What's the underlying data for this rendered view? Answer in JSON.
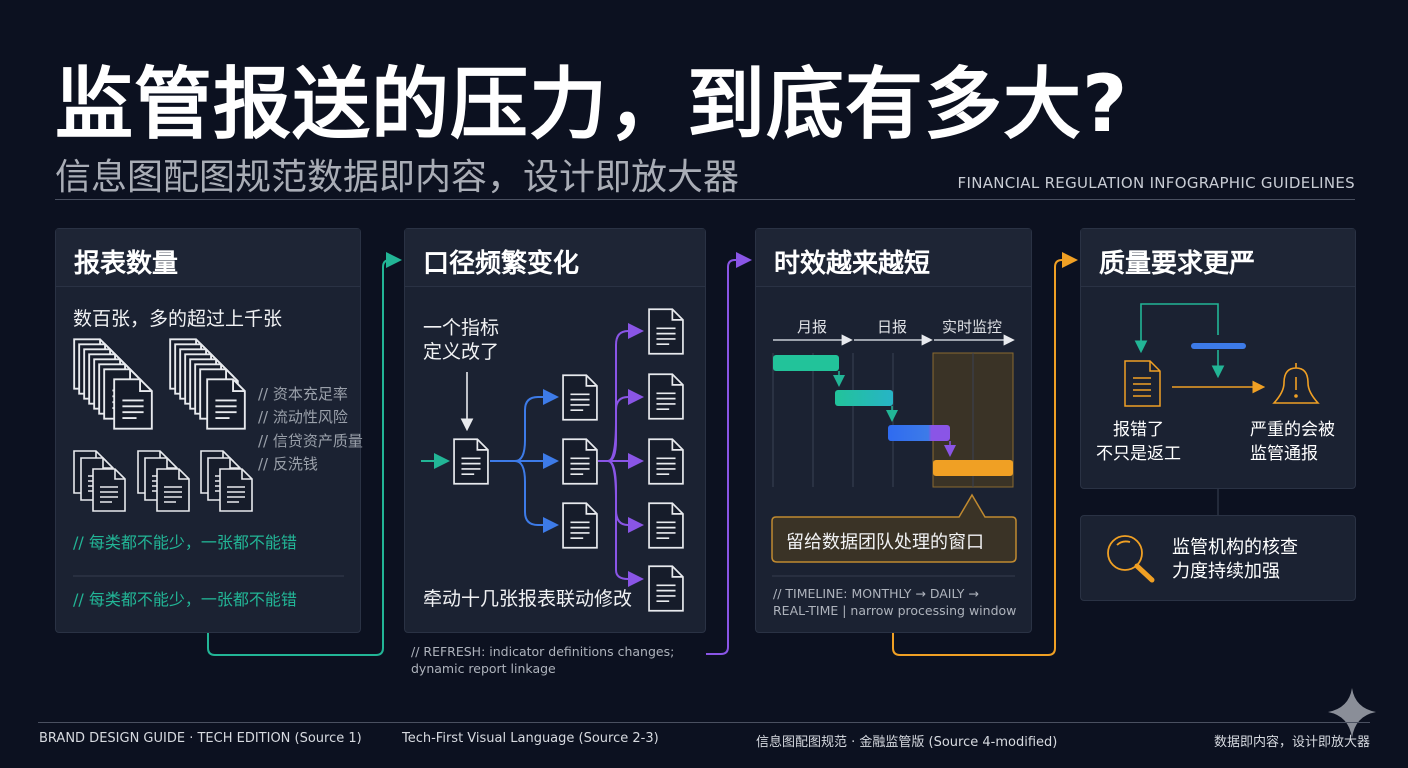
{
  "header": {
    "title": "监管报送的压力，到底有多大?",
    "subtitle": "信息图配图规范数据即内容，设计即放大器",
    "tagline": "FINANCIAL REGULATION INFOGRAPHIC GUIDELINES"
  },
  "cards": {
    "report_count": {
      "title": "报表数量",
      "headline": "数百张，多的超过上千张",
      "categories": [
        "// 资本充足率",
        "// 流动性风险",
        "// 信贷资产质量",
        "// 反洗钱"
      ],
      "note1": "// 每类都不能少，一张都不能错",
      "note2": "// 每类都不能少，一张都不能错"
    },
    "definition_change": {
      "title": "口径频繁变化",
      "trigger": [
        "一个指标",
        "定义改了"
      ],
      "result": "牵动十几张报表联动修改",
      "footnote": "// REFRESH: indicator definitions changes; dynamic report linkage"
    },
    "timeliness": {
      "title": "时效越来越短",
      "phases": [
        "月报",
        "日报",
        "实时监控"
      ],
      "callout": "留给数据团队处理的窗口",
      "footnote": [
        "// TIMELINE: MONTHLY → DAILY →",
        "REAL-TIME | narrow processing window"
      ]
    },
    "quality": {
      "title": "质量要求更严",
      "left": [
        "报错了",
        "不只是返工"
      ],
      "right": [
        "严重的会被",
        "监管通报"
      ]
    },
    "inspection": {
      "text": [
        "监管机构的核查",
        "力度持续加强"
      ]
    }
  },
  "footer": [
    "BRAND DESIGN GUIDE · TECH EDITION (Source 1)",
    "Tech-First Visual Language (Source 2-3)",
    "信息图配图规范 · 金融监管版 (Source 4-modified)",
    "数据即内容，设计即放大器"
  ],
  "colors": {
    "bg": "#0c1120",
    "teal": "#22b596",
    "blue": "#3d7be8",
    "purple": "#8a55e6",
    "orange": "#f0a024"
  }
}
